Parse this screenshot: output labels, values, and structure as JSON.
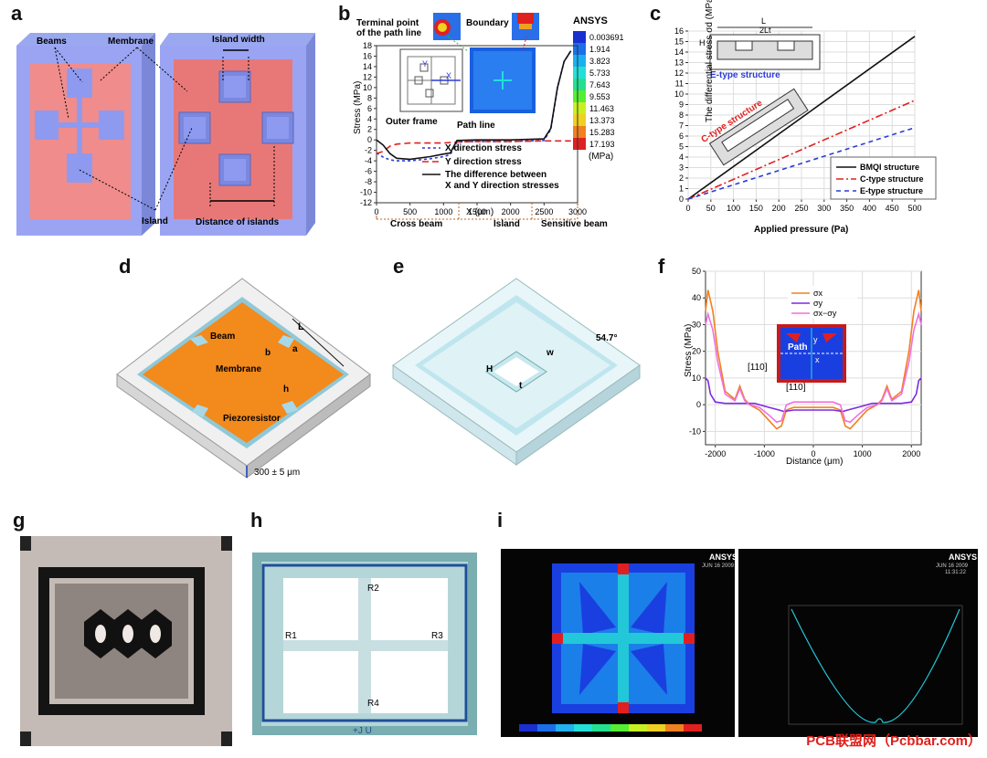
{
  "panels": {
    "a": {
      "label": "a",
      "beams": "Beams",
      "membrane": "Membrane",
      "island_width": "Island width",
      "island": "Island",
      "distance": "Distance of islands"
    },
    "b": {
      "label": "b",
      "terminal": "Terminal point",
      "terminal2": "of the path line",
      "boundary": "Boundary",
      "outer": "Outer frame",
      "path": "Path line",
      "ylabel": "Stress (MPa)",
      "xlabel": "X (μm)",
      "cross": "Cross beam",
      "island": "Island",
      "sensitive": "Sensitive beam",
      "legend_x": "X direction stress",
      "legend_y": "Y direction stress",
      "legend_d1": "The difference between",
      "legend_d2": "X and Y direction stresses",
      "ansys": "ANSYS",
      "scale_unit": "(MPa)",
      "x_axis_label": "X",
      "y_axis_label": "Y"
    },
    "c": {
      "label": "c",
      "ylabel": "The differential stress σd (MPa)",
      "xlabel": "Applied pressure (Pa)",
      "e_type": "E-type structure",
      "c_type": "C-type structure",
      "dim_L": "L",
      "dim_2L": "2Lt",
      "dim_H": "H"
    },
    "d": {
      "label": "d",
      "L": "L",
      "beam": "Beam",
      "a": "a",
      "b": "b",
      "membrane": "Membrane",
      "h": "h",
      "piezo": "Piezoresistor",
      "thick": "300 ± 5 μm"
    },
    "e": {
      "label": "e",
      "angle": "54.7°",
      "w": "w",
      "H": "H",
      "t": "t"
    },
    "f": {
      "label": "f",
      "ylabel": "Stress (MPa)",
      "xlabel": "Distance (μm)",
      "path": "Path",
      "dir1": "[110]",
      "dir2": "[110]",
      "x_inset": "x",
      "y_inset": "y"
    },
    "g": {
      "label": "g"
    },
    "h": {
      "label": "h",
      "r1": "R1",
      "r2": "R2",
      "r3": "R3",
      "r4": "R4",
      "bottom": "+J U"
    },
    "i": {
      "label": "i",
      "ansys": "ANSYS",
      "date1": "JUN 16 2009",
      "date2": "JUN 16 2009",
      "time2": "11:31:22"
    }
  },
  "watermark": "PCB联盟网（Pcbbar.com）",
  "chart_data": [
    {
      "panel": "b",
      "type": "line",
      "xlabel": "X (μm)",
      "ylabel": "Stress (MPa)",
      "xlim": [
        0,
        3000
      ],
      "ylim": [
        -12,
        18
      ],
      "xticks": [
        0,
        500,
        1000,
        1500,
        2000,
        2500,
        3000
      ],
      "yticks": [
        -12,
        -10,
        -8,
        -6,
        -4,
        -2,
        0,
        2,
        4,
        6,
        8,
        10,
        12,
        14,
        16,
        18
      ],
      "series": [
        {
          "name": "X direction stress",
          "color": "#2a3bd6",
          "dash": "3,3",
          "x": [
            0,
            100,
            200,
            300,
            500,
            800,
            1000,
            1100,
            1200,
            1500,
            2000,
            2500,
            2600,
            2700,
            2800,
            2900
          ],
          "y": [
            -2.5,
            -3.3,
            -3.8,
            -4,
            -4,
            -3.6,
            -3.2,
            -2.8,
            -0.4,
            -0.3,
            -0.3,
            -0.1,
            2,
            10,
            15,
            17
          ]
        },
        {
          "name": "Y direction stress",
          "color": "#e02020",
          "dash": "7,4",
          "x": [
            0,
            100,
            200,
            300,
            500,
            800,
            1000,
            1200,
            1500,
            2000,
            2500,
            2700,
            2900
          ],
          "y": [
            -2.6,
            -2.2,
            -1.2,
            -0.8,
            -0.6,
            -0.6,
            -0.6,
            -0.4,
            -0.3,
            -0.3,
            -0.2,
            -0.2,
            -0.2
          ]
        },
        {
          "name": "The difference between X and Y direction stresses",
          "color": "#111111",
          "dash": "",
          "x": [
            0,
            100,
            200,
            300,
            500,
            800,
            1000,
            1100,
            1200,
            1500,
            2000,
            2500,
            2600,
            2700,
            2800,
            2900
          ],
          "y": [
            0,
            -1,
            -2.6,
            -3.5,
            -3.7,
            -3.2,
            -2.7,
            -2.5,
            -0.1,
            0,
            0,
            0.2,
            2.2,
            10,
            15,
            17
          ]
        }
      ],
      "regions": [
        "Cross beam",
        "Island",
        "Sensitive beam"
      ],
      "colorbar": [
        "0.003691",
        "1.914",
        "3.823",
        "5.733",
        "7.643",
        "9.553",
        "11.463",
        "13.373",
        "15.283",
        "17.193"
      ],
      "colorbar_colors": [
        "#1a2fd0",
        "#1b6fe8",
        "#1ab0f0",
        "#22e0d8",
        "#22e090",
        "#55ee33",
        "#c8f020",
        "#f0d020",
        "#f08020",
        "#e02020"
      ]
    },
    {
      "panel": "c",
      "type": "line",
      "xlabel": "Applied pressure (Pa)",
      "ylabel": "The differential stress σd (MPa)",
      "xlim": [
        0,
        500
      ],
      "ylim": [
        0,
        16
      ],
      "xticks": [
        0,
        50,
        100,
        150,
        200,
        250,
        300,
        350,
        400,
        450,
        500
      ],
      "yticks": [
        0,
        1,
        2,
        3,
        4,
        5,
        6,
        7,
        8,
        9,
        10,
        11,
        12,
        13,
        14,
        15,
        16
      ],
      "series": [
        {
          "name": "BMQI structure",
          "color": "#111111",
          "dash": "",
          "x": [
            0,
            500
          ],
          "y": [
            0,
            15.5
          ]
        },
        {
          "name": "C-type structure",
          "color": "#e02020",
          "dash": "8,3,2,3",
          "x": [
            0,
            500
          ],
          "y": [
            0,
            9.4
          ]
        },
        {
          "name": "E-type structure",
          "color": "#2a3bd6",
          "dash": "5,4",
          "x": [
            0,
            500
          ],
          "y": [
            0,
            6.8
          ]
        }
      ]
    },
    {
      "panel": "f",
      "type": "line",
      "xlabel": "Distance (μm)",
      "ylabel": "Stress (MPa)",
      "xlim": [
        -2200,
        2200
      ],
      "ylim": [
        -15,
        50
      ],
      "xticks": [
        -2000,
        -1000,
        0,
        1000,
        2000
      ],
      "yticks": [
        -10,
        0,
        10,
        20,
        30,
        40,
        50
      ],
      "series": [
        {
          "name": "σx",
          "color": "#f08020",
          "dash": "",
          "x": [
            -2200,
            -2150,
            -2050,
            -1950,
            -1800,
            -1600,
            -1500,
            -1400,
            -1300,
            -1100,
            -900,
            -750,
            -650,
            -550,
            -400,
            0,
            400,
            550,
            650,
            750,
            900,
            1100,
            1300,
            1400,
            1500,
            1600,
            1800,
            1950,
            2050,
            2150,
            2200
          ],
          "y": [
            35,
            43,
            35,
            20,
            5,
            2,
            7,
            2,
            0,
            -2,
            -6,
            -9,
            -8,
            -2,
            -1,
            -1,
            -1,
            -2,
            -8,
            -9,
            -6,
            -2,
            0,
            2,
            7,
            2,
            5,
            20,
            35,
            43,
            35
          ]
        },
        {
          "name": "σy",
          "color": "#7a2be0",
          "dash": "",
          "x": [
            -2200,
            -2150,
            -2100,
            -2000,
            -1800,
            -1600,
            -1200,
            -900,
            -700,
            -600,
            -400,
            0,
            400,
            600,
            700,
            900,
            1200,
            1600,
            1800,
            2000,
            2100,
            2150,
            2200
          ],
          "y": [
            10,
            9,
            4,
            1,
            0.5,
            0.5,
            0.5,
            -1,
            -2,
            -2.5,
            -2,
            -2,
            -2,
            -2.5,
            -2,
            -1,
            0.5,
            0.5,
            0.5,
            1,
            4,
            9,
            10
          ]
        },
        {
          "name": "σx−σy",
          "color": "#f070e0",
          "dash": "",
          "x": [
            -2200,
            -2150,
            -2050,
            -1950,
            -1800,
            -1600,
            -1500,
            -1400,
            -1300,
            -1100,
            -900,
            -750,
            -650,
            -550,
            -400,
            0,
            400,
            550,
            650,
            750,
            900,
            1100,
            1300,
            1400,
            1500,
            1600,
            1800,
            1950,
            2050,
            2150,
            2200
          ],
          "y": [
            30,
            34,
            28,
            16,
            4,
            1.5,
            6,
            1.5,
            0,
            -1,
            -4,
            -6.5,
            -6,
            0,
            1,
            1,
            1,
            0,
            -6,
            -6.5,
            -4,
            -1,
            0,
            1.5,
            6,
            1.5,
            4,
            16,
            28,
            34,
            30
          ]
        }
      ]
    }
  ]
}
